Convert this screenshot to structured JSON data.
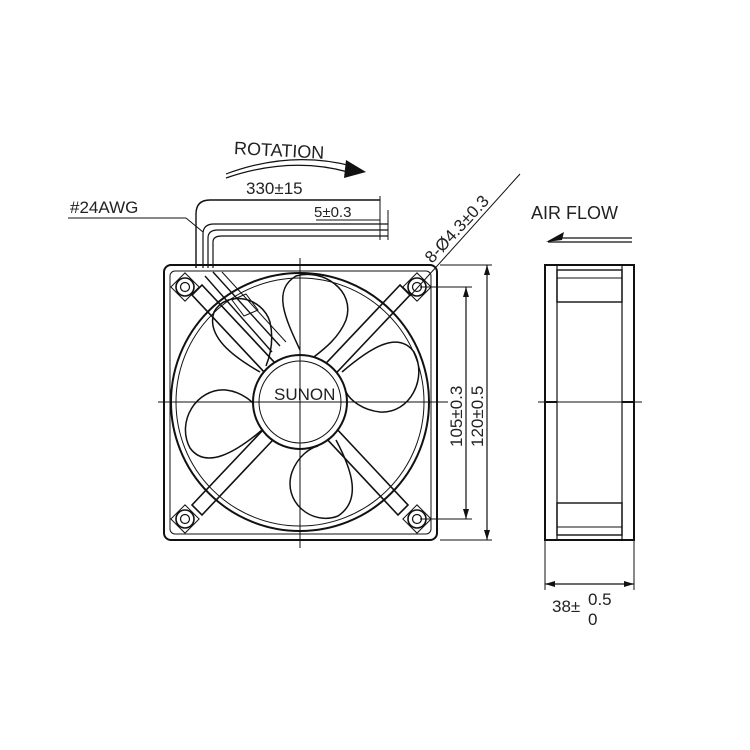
{
  "colors": {
    "line": "#111111",
    "text": "#222222",
    "background": "#ffffff"
  },
  "labels": {
    "rotation": "ROTATION",
    "air_flow": "AIR FLOW",
    "wire_gauge": "#24AWG",
    "lead_length": "330±15",
    "strip_length": "5±0.3",
    "mount_holes": "8-Ø4.3±0.3",
    "brand": "SUNON",
    "hole_spacing": "105±0.3",
    "frame_size": "120±0.5",
    "depth_base": "38±",
    "depth_upper": "0.5",
    "depth_lower": "0"
  }
}
